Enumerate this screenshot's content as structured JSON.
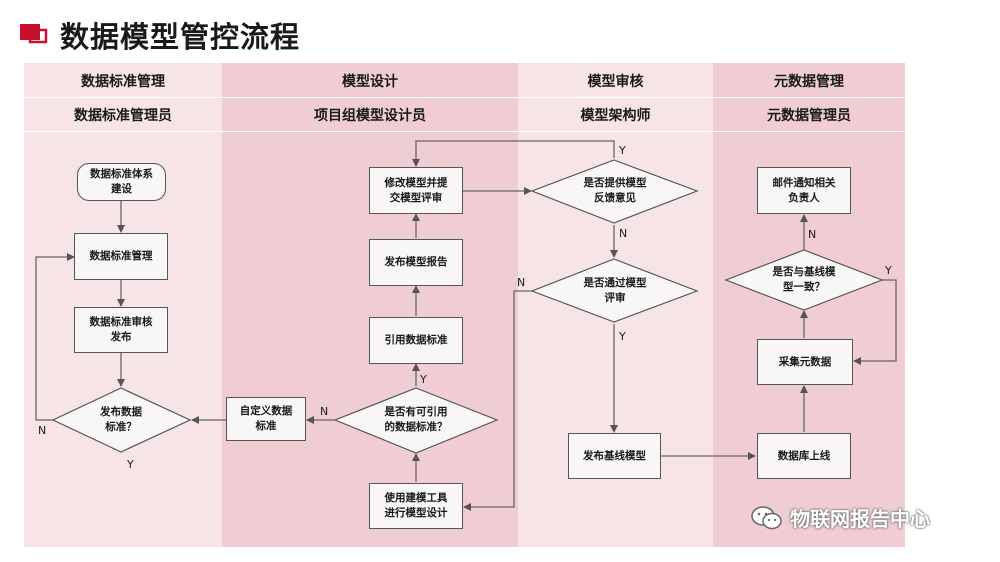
{
  "title": "数据模型管控流程",
  "lanes": [
    {
      "header": "数据标准管理",
      "role": "数据标准管理员"
    },
    {
      "header": "模型设计",
      "role": "项目组模型设计员"
    },
    {
      "header": "模型审核",
      "role": "模型架构师"
    },
    {
      "header": "元数据管理",
      "role": "元数据管理员"
    }
  ],
  "nodes": {
    "std_system": "数据标准体系\n建设",
    "std_manage": "数据标准管理",
    "std_review": "数据标准审核\n发布",
    "publish_std_q": "发布数据\n标准？",
    "custom_std": "自定义数据\n标准",
    "ref_std_q": "是否有可引用\n的数据标准？",
    "ref_std": "引用数据标准",
    "publish_report": "发布模型报告",
    "modify_model": "修改模型并提\n交模型评审",
    "use_tool": "使用建模工具\n进行模型设计",
    "feedback_q": "是否提供模型\n反馈意见",
    "pass_review_q": "是否通过模型\n评审",
    "publish_baseline": "发布基线模型",
    "email_notify": "邮件通知相关\n负责人",
    "consistent_q": "是否与基线模\n型一致？",
    "collect_meta": "采集元数据",
    "db_online": "数据库上线"
  },
  "labels": {
    "yes": "Y",
    "no": "N"
  },
  "watermark": "物联网报告中心"
}
